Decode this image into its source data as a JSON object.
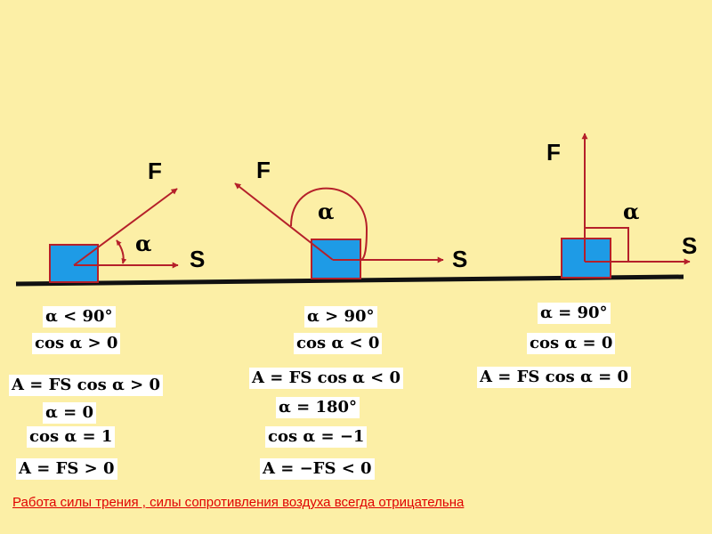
{
  "colors": {
    "background": "#FCEFA6",
    "ground": "#111111",
    "block_fill": "#1E9BE6",
    "block_border": "#B5202A",
    "vector": "#B5202A",
    "footer_text": "#E00000"
  },
  "labels": {
    "force": "F",
    "displacement": "S",
    "angle": "α"
  },
  "cases": {
    "acute": {
      "condition": "α < 90°",
      "cosine": "cos α > 0",
      "work": "A = FS cos α > 0"
    },
    "obtuse": {
      "condition": "α > 90°",
      "cosine": "cos α < 0",
      "work": "A = FS cos α < 0"
    },
    "right": {
      "condition": "α = 90°",
      "cosine": "cos α = 0",
      "work": "A = FS cos α = 0"
    },
    "zero": {
      "condition": "α = 0",
      "cosine": "cos α = 1",
      "work": "A = FS > 0"
    },
    "straight": {
      "condition": "α = 180°",
      "cosine": "cos α = −1",
      "work": "A = −FS < 0"
    }
  },
  "footer": "Работа  силы  трения , силы  сопротивления  воздуха всегда  отрицательна"
}
